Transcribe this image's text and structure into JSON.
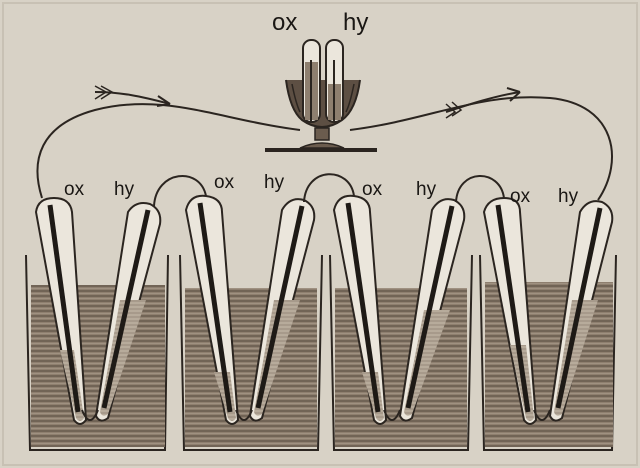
{
  "voltameter": {
    "left_label": "ox",
    "right_label": "hy"
  },
  "cells": [
    {
      "left_label": "ox",
      "right_label": "hy"
    },
    {
      "left_label": "ox",
      "right_label": "hy"
    },
    {
      "left_label": "ox",
      "right_label": "hy"
    },
    {
      "left_label": "ox",
      "right_label": "hy"
    }
  ],
  "colors": {
    "background": "#d8d2c6",
    "ink": "#2b2520",
    "liquid": "#8a7a6a",
    "gas": "#ebe6dc"
  },
  "icons": [
    "arrow-right-icon"
  ]
}
